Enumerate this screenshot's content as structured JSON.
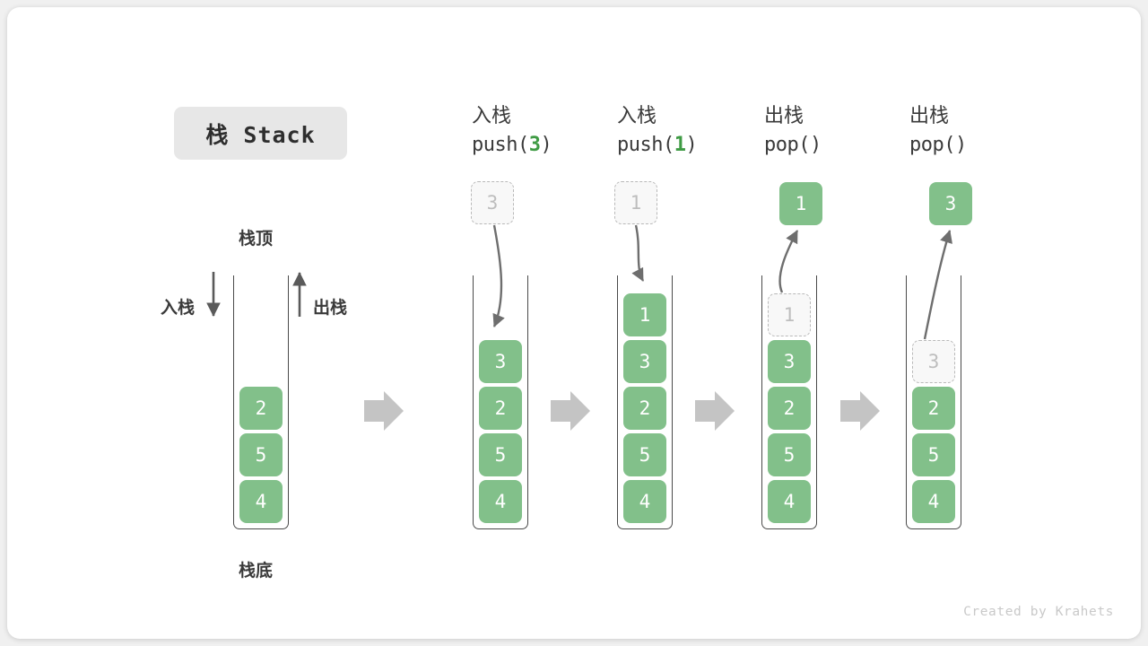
{
  "title": {
    "text": "栈 Stack"
  },
  "legend": {
    "top_label": "栈顶",
    "bottom_label": "栈底",
    "push_label": "入栈",
    "pop_label": "出栈"
  },
  "accent_color": "#3f9b44",
  "cell_color": "#82c08a",
  "ghost_color": "#bdbdbd",
  "watermark": "Created by Krahets",
  "columns": [
    {
      "id": "initial",
      "head_line1": "",
      "head_line2": "",
      "operation": "none",
      "cells": [
        "2",
        "5",
        "4"
      ],
      "ghost_cell": null,
      "external_cell": null
    },
    {
      "id": "push-3",
      "head_line1": "入栈",
      "head_line2_prefix": "push(",
      "head_line2_arg": "3",
      "head_line2_suffix": ")",
      "operation": "push",
      "cells": [
        "3",
        "2",
        "5",
        "4"
      ],
      "ghost_cell": "3",
      "external_cell": null
    },
    {
      "id": "push-1",
      "head_line1": "入栈",
      "head_line2_prefix": "push(",
      "head_line2_arg": "1",
      "head_line2_suffix": ")",
      "operation": "push",
      "cells": [
        "1",
        "3",
        "2",
        "5",
        "4"
      ],
      "ghost_cell": "1",
      "external_cell": null
    },
    {
      "id": "pop-1",
      "head_line1": "出栈",
      "head_line2_prefix": "pop(",
      "head_line2_arg": "",
      "head_line2_suffix": ")",
      "operation": "pop",
      "cells": [
        "3",
        "2",
        "5",
        "4"
      ],
      "ghost_cell": "1",
      "external_cell": "1"
    },
    {
      "id": "pop-3",
      "head_line1": "出栈",
      "head_line2_prefix": "pop(",
      "head_line2_arg": "",
      "head_line2_suffix": ")",
      "operation": "pop",
      "cells": [
        "2",
        "5",
        "4"
      ],
      "ghost_cell": "3",
      "external_cell": "3"
    }
  ]
}
